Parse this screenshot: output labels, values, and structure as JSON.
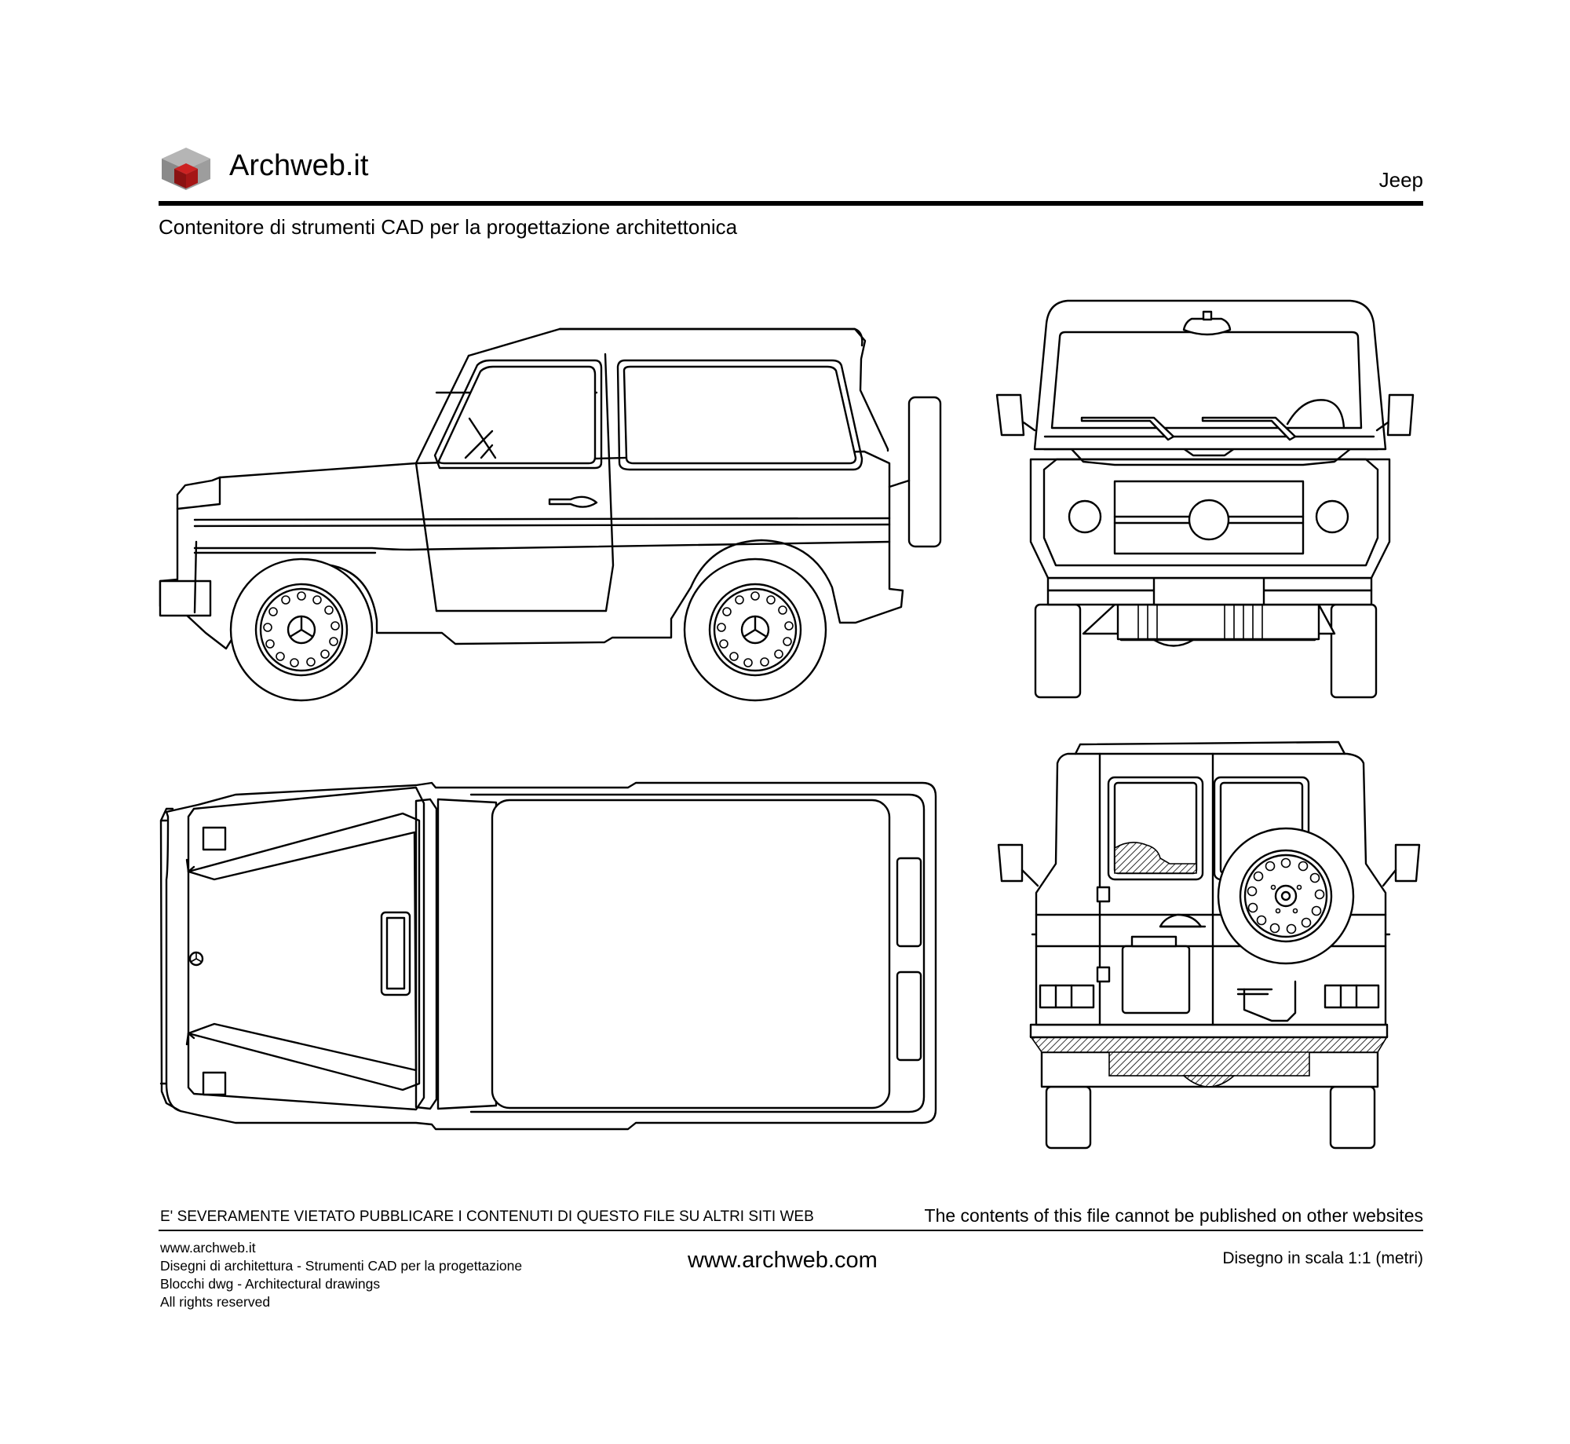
{
  "header": {
    "brand": "Archweb.it",
    "title": "Jeep",
    "subtitle": "Contenitore di strumenti CAD per la progettazione architettonica"
  },
  "logo": {
    "icon": "isometric-cube-icon",
    "colors": [
      "#8a8a8a",
      "#b5b5b5",
      "#9b1b1b"
    ]
  },
  "drawing": {
    "subject": "Jeep",
    "views": [
      "side",
      "front",
      "top",
      "rear"
    ]
  },
  "footer": {
    "warning_it": "E' SEVERAMENTE VIETATO PUBBLICARE I CONTENUTI DI QUESTO FILE SU ALTRI SITI WEB",
    "warning_en": "The contents of this file cannot be published on other websites",
    "lines": [
      "www.archweb.it",
      "Disegni di architettura - Strumenti CAD  per la progettazione",
      "Blocchi dwg - Architectural drawings",
      "All rights reserved"
    ],
    "url": "www.archweb.com",
    "scale": "Disegno in scala 1:1 (metri)"
  }
}
